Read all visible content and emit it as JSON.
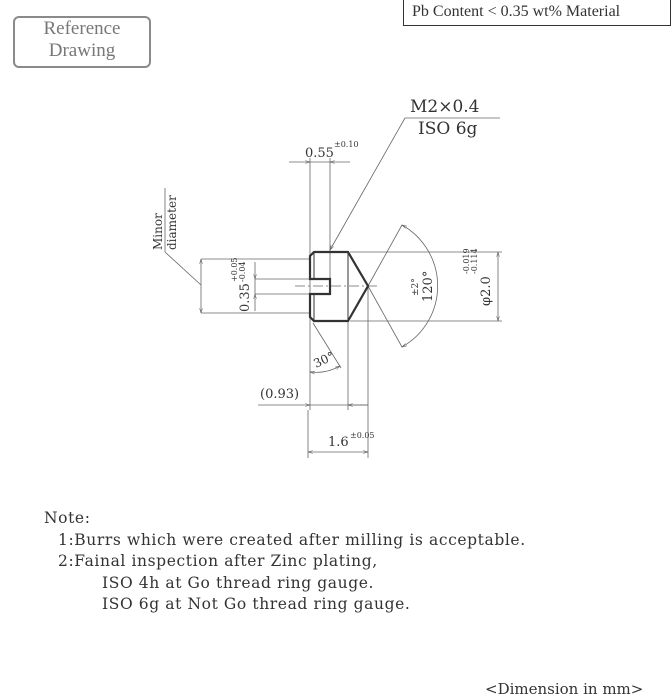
{
  "header": {
    "reference_line1": "Reference",
    "reference_line2": "Drawing",
    "material_note": "Pb Content < 0.35 wt% Material"
  },
  "drawing": {
    "thread_spec": "M2×0.4",
    "thread_class": "ISO 6g",
    "minor_diameter_label_line1": "Minor",
    "minor_diameter_label_line2": "diameter",
    "slot_width": "0.55",
    "slot_width_tol": "±0.10",
    "slot_depth": "0.35",
    "slot_depth_tol_upper": "+0.05",
    "slot_depth_tol_lower": "-0.04",
    "diameter": "φ2.0",
    "diameter_tol_upper": "-0.019",
    "diameter_tol_lower": "-0.114",
    "cone_angle": "120°",
    "cone_angle_tol": "±2°",
    "chamfer_angle": "30°",
    "thread_length": "(0.93)",
    "total_length": "1.6",
    "total_length_tol": "±0.05"
  },
  "notes": {
    "title": "Note:",
    "items": [
      "1:Burrs which were created after milling is acceptable.",
      "2:Fainal inspection after Zinc plating,",
      "ISO 4h at Go thread ring gauge.",
      "ISO 6g at Not Go thread ring gauge."
    ]
  },
  "footer": {
    "dimension_unit": "<Dimension in mm>"
  }
}
